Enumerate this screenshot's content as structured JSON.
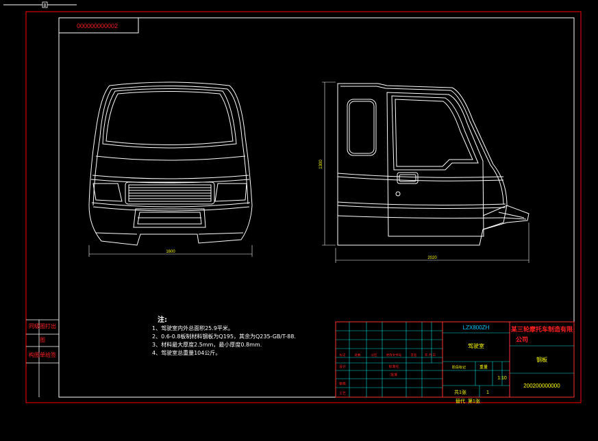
{
  "top_bar": {
    "cursor_label": "8"
  },
  "drawing_number_box": "000000000002",
  "dimensions": {
    "front_width": "1600",
    "side_length": "2020",
    "side_height": "1300"
  },
  "left_strip": {
    "label1": "同级图打出",
    "label2": "图",
    "label3": "构图单给签"
  },
  "notes": {
    "title": "注:",
    "items": [
      "1、驾驶室内外总面积25.9平米。",
      "2、0.6-0.8板制材料钢板为Q195，其余为Q235-GB/T-88.",
      "3、材料最大厚度2.5mm，最小厚度0.8mm.",
      "4、驾驶室总重量104公斤。"
    ]
  },
  "title_block": {
    "code": "LZX800ZH",
    "company": "某三轮摩托车制造有限公司",
    "part_name": "驾驶室",
    "name_cell": "钢板",
    "scale": "1:10",
    "drawing_no": "200200000000",
    "header_cols": [
      "标记",
      "处数",
      "分区",
      "更改文件号",
      "签名",
      "年 月 日"
    ],
    "row_labels": [
      "设计",
      "审核",
      "工艺"
    ],
    "mid_labels": [
      "标准化",
      "批准"
    ],
    "stage_label": "阶段标记",
    "weight_label": "重量",
    "sheet_total": "共1张",
    "sheet_no": "第1张",
    "sheet_count": "1",
    "sub_label": "替代"
  },
  "colors": {
    "border": "#ff0000",
    "lines": "#ffffff",
    "table": "#00ffff",
    "text_red": "#ff2020",
    "text_yellow": "#ffff00",
    "dim": "#00ff00"
  }
}
